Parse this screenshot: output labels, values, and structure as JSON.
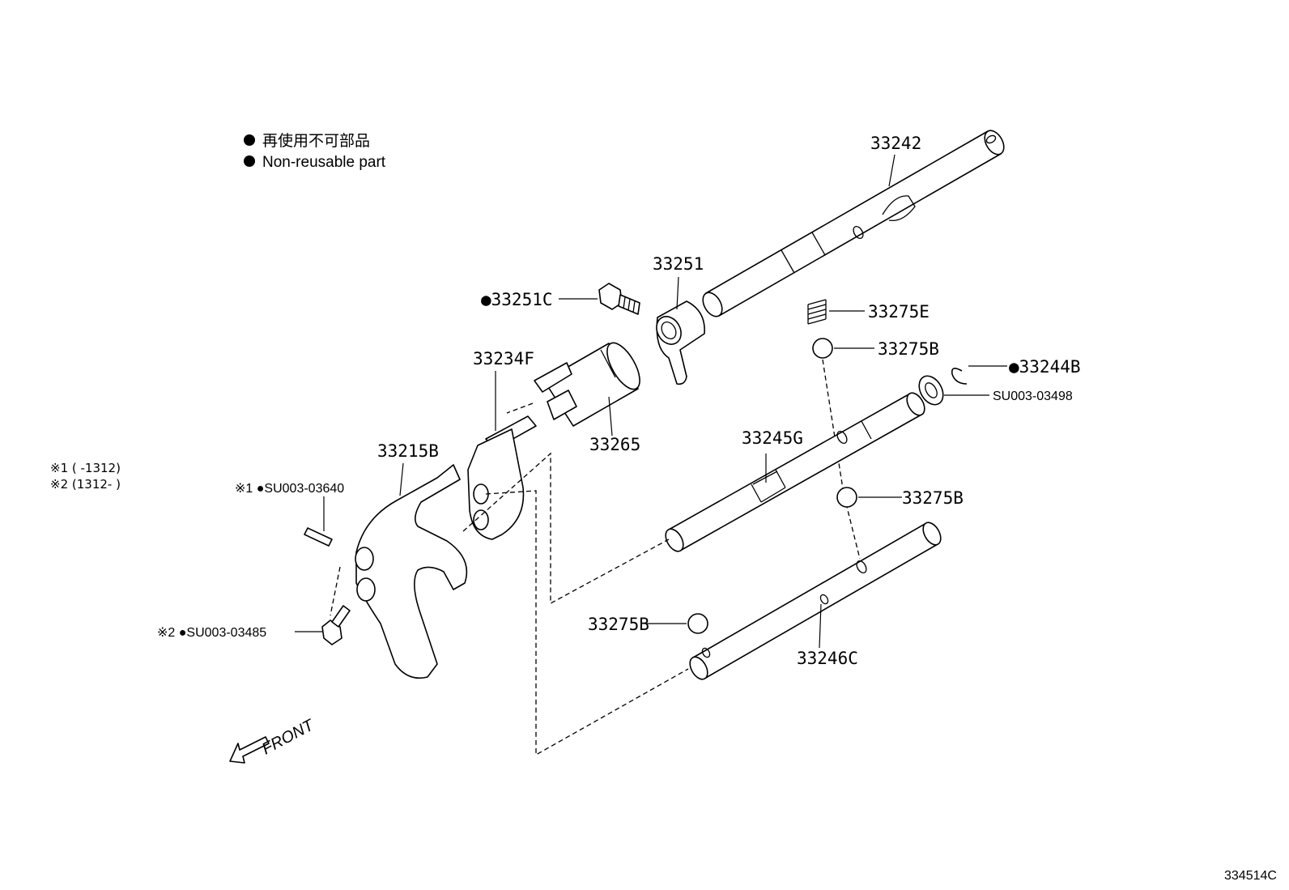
{
  "legend": {
    "marker": "●",
    "line_ja": "再使用不可部品",
    "line_en": "Non-reusable part"
  },
  "notes": {
    "note1": "※1 (      -1312)",
    "note2": "※2 (1312-      )"
  },
  "callouts": {
    "p33242": "33242",
    "p33251": "33251",
    "p33251C": "●33251C",
    "p33275E": "33275E",
    "p33275B_top": "33275B",
    "p33244B": "●33244B",
    "pSU00303498": "SU003-03498",
    "p33234F": "33234F",
    "p33265": "33265",
    "p33245G": "33245G",
    "p33215B": "33215B",
    "pSU00303640": "※1 ●SU003-03640",
    "p33275B_mid": "33275B",
    "p33275B_low": "33275B",
    "p33246C": "33246C",
    "pSU00303485": "※2 ●SU003-03485"
  },
  "direction": "FRONT",
  "figure_code": "334514C"
}
